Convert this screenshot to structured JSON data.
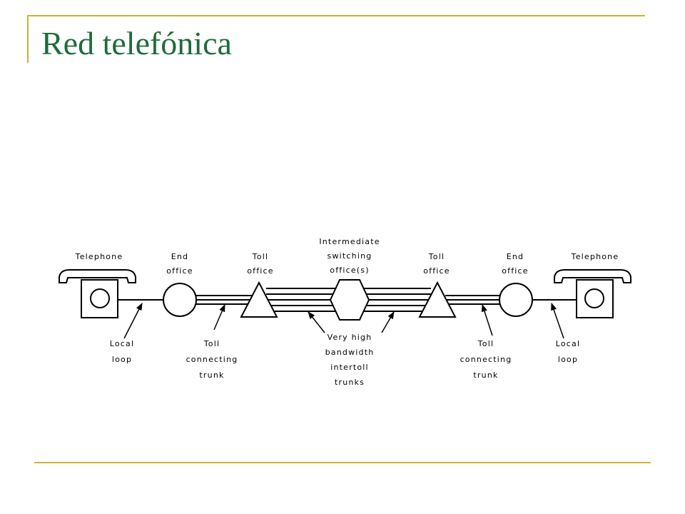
{
  "slide": {
    "title": "Red telefónica",
    "colors": {
      "title": "#1e6b3a",
      "rule": "#c8b432"
    }
  },
  "diagram": {
    "labels": {
      "telephone_left": "Telephone",
      "end_left_1": "End",
      "end_left_2": "office",
      "toll_left_1": "Toll",
      "toll_left_2": "office",
      "intermediate_1": "Intermediate",
      "intermediate_2": "switching",
      "intermediate_3": "office(s)",
      "toll_right_1": "Toll",
      "toll_right_2": "office",
      "end_right_1": "End",
      "end_right_2": "office",
      "telephone_right": "Telephone",
      "local_loop_left_1": "Local",
      "local_loop_left_2": "loop",
      "tct_left_1": "Toll",
      "tct_left_2": "connecting",
      "tct_left_3": "trunk",
      "vhb_1": "Very high",
      "vhb_2": "bandwidth",
      "vhb_3": "intertoll",
      "vhb_4": "trunks",
      "tct_right_1": "Toll",
      "tct_right_2": "connecting",
      "tct_right_3": "trunk",
      "local_loop_right_1": "Local",
      "local_loop_right_2": "loop"
    },
    "icons": {
      "telephone": "telephone-icon",
      "end_office": "circle-node",
      "toll_office": "triangle-node",
      "intermediate": "hexagon-node"
    }
  }
}
